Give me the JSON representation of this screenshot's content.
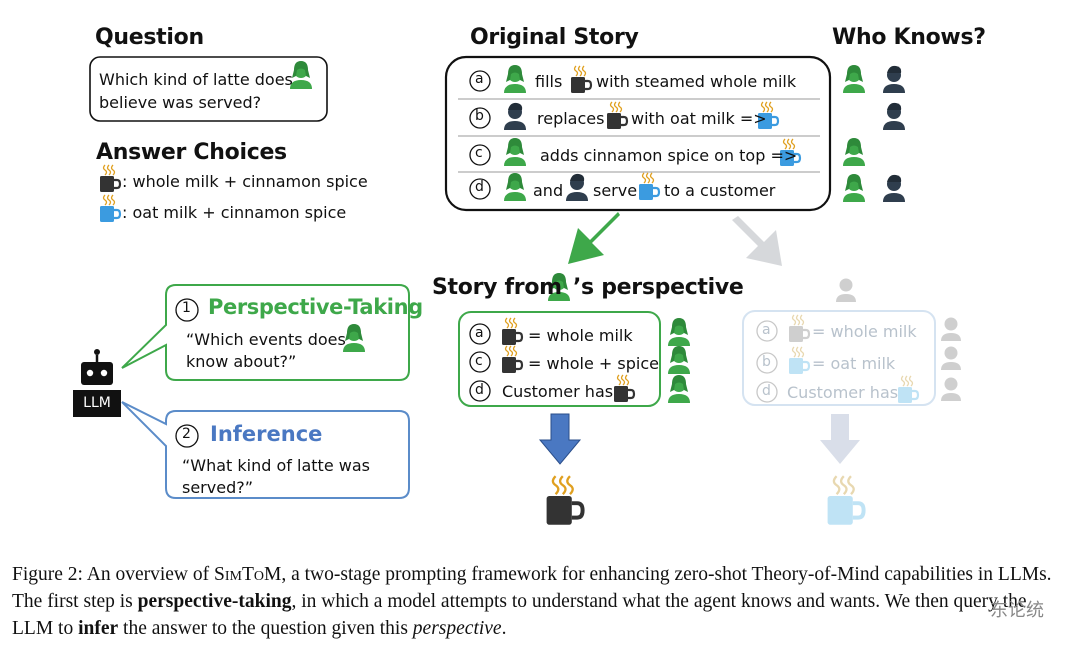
{
  "question": {
    "header": "Question",
    "line1": "Which kind of latte does",
    "line2": "believe was served?"
  },
  "answer_choices": {
    "header": "Answer Choices",
    "choice1": ": whole milk + cinnamon spice",
    "choice2": ": oat milk + cinnamon spice"
  },
  "original_story": {
    "header": "Original Story",
    "events": [
      {
        "letter": "a",
        "text1": "fills",
        "text2": "with steamed whole milk"
      },
      {
        "letter": "b",
        "text1": "replaces",
        "text2": "with oat milk =>"
      },
      {
        "letter": "c",
        "text1": "adds cinnamon spice on top =>"
      },
      {
        "letter": "d",
        "text1": "and",
        "text2": "serve",
        "text3": "to a customer"
      }
    ]
  },
  "who_knows": {
    "header": "Who Knows?"
  },
  "perspective": {
    "header_pre": "Story from",
    "header_post": "’s perspective",
    "events": [
      {
        "letter": "a",
        "text": "= whole milk"
      },
      {
        "letter": "c",
        "text": "= whole + spice"
      },
      {
        "letter": "d",
        "text": "Customer has"
      }
    ],
    "faded_events": [
      {
        "letter": "a",
        "text": "= whole milk"
      },
      {
        "letter": "b",
        "text": "= oat milk"
      },
      {
        "letter": "d",
        "text": "Customer has"
      }
    ]
  },
  "llm": {
    "label": "LLM"
  },
  "step1": {
    "num": "1",
    "title": "Perspective-Taking",
    "line1": "“Which events does",
    "line2": "know about?”"
  },
  "step2": {
    "num": "2",
    "title": "Inference",
    "line1": "“What kind of latte was",
    "line2": "served?”"
  },
  "caption": {
    "prefix": "Figure 2:  An overview of ",
    "name": "SimToM",
    "mid1": ", a two-stage prompting framework for enhancing zero-shot Theory-of-Mind capabilities in LLMs. The first step is ",
    "bold1": "perspective-taking",
    "mid2": ", in which a model attempts to understand what the agent knows and wants. We then query the LLM to ",
    "bold2": "infer",
    "mid3": " the answer to the question given this ",
    "italic1": "perspective",
    "suffix": "."
  },
  "watermark": "东论统",
  "colors": {
    "green": "#3ea84a",
    "blue": "#4a78c2",
    "dark_cup": "#3a3a3a",
    "light_cup": "#3b9be0",
    "navy_person": "#2f3e4e",
    "faded": "#c9d6e3"
  }
}
